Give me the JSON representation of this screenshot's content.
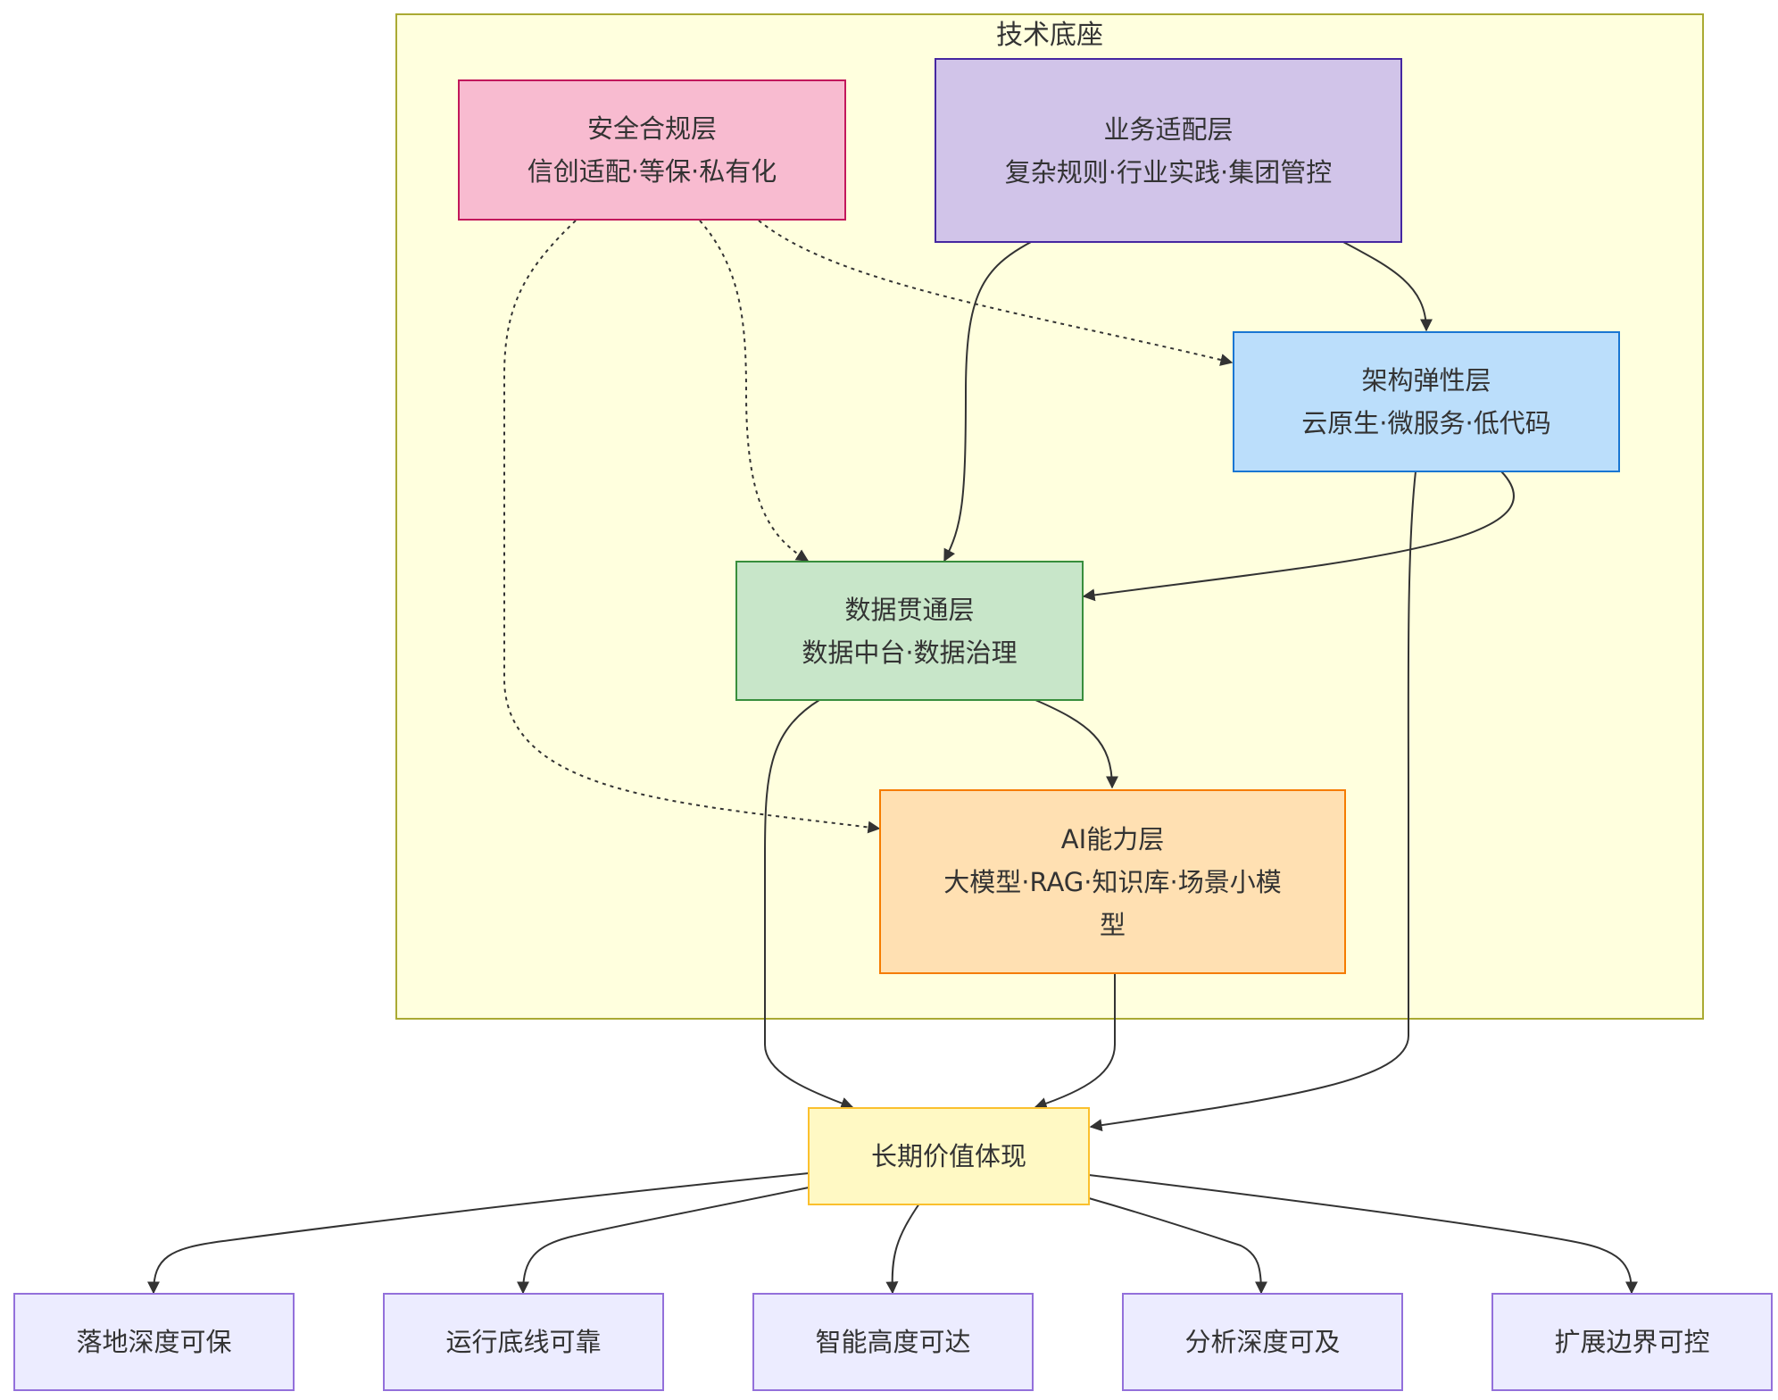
{
  "cluster": {
    "title": "技术底座",
    "fill": "#ffffde",
    "stroke": "#aaaa33"
  },
  "nodes": {
    "security": {
      "title": "安全合规层",
      "subtitle": "信创适配·等保·私有化",
      "fill": "#f8bbd0",
      "stroke": "#c2185b"
    },
    "business": {
      "title": "业务适配层",
      "subtitle": "复杂规则·行业实践·集团管控",
      "fill": "#d1c4e9",
      "stroke": "#4527a0"
    },
    "architecture": {
      "title": "架构弹性层",
      "subtitle": "云原生·微服务·低代码",
      "fill": "#bbdefb",
      "stroke": "#1976d2"
    },
    "data": {
      "title": "数据贯通层",
      "subtitle": "数据中台·数据治理",
      "fill": "#c8e6c9",
      "stroke": "#388e3c"
    },
    "ai": {
      "title": "AI能力层",
      "subtitle": "大模型·RAG·知识库·场景小模型",
      "fill": "#ffe0b2",
      "stroke": "#f57c00"
    },
    "value": {
      "title": "长期价值体现",
      "fill": "#fff9c4",
      "stroke": "#fbc02d"
    }
  },
  "outcomes": [
    {
      "label": "落地深度可保"
    },
    {
      "label": "运行底线可靠"
    },
    {
      "label": "智能高度可达"
    },
    {
      "label": "分析深度可及"
    },
    {
      "label": "扩展边界可控"
    }
  ],
  "outcome_style": {
    "fill": "#ececff",
    "stroke": "#9370db"
  },
  "edge_color": "#333333"
}
